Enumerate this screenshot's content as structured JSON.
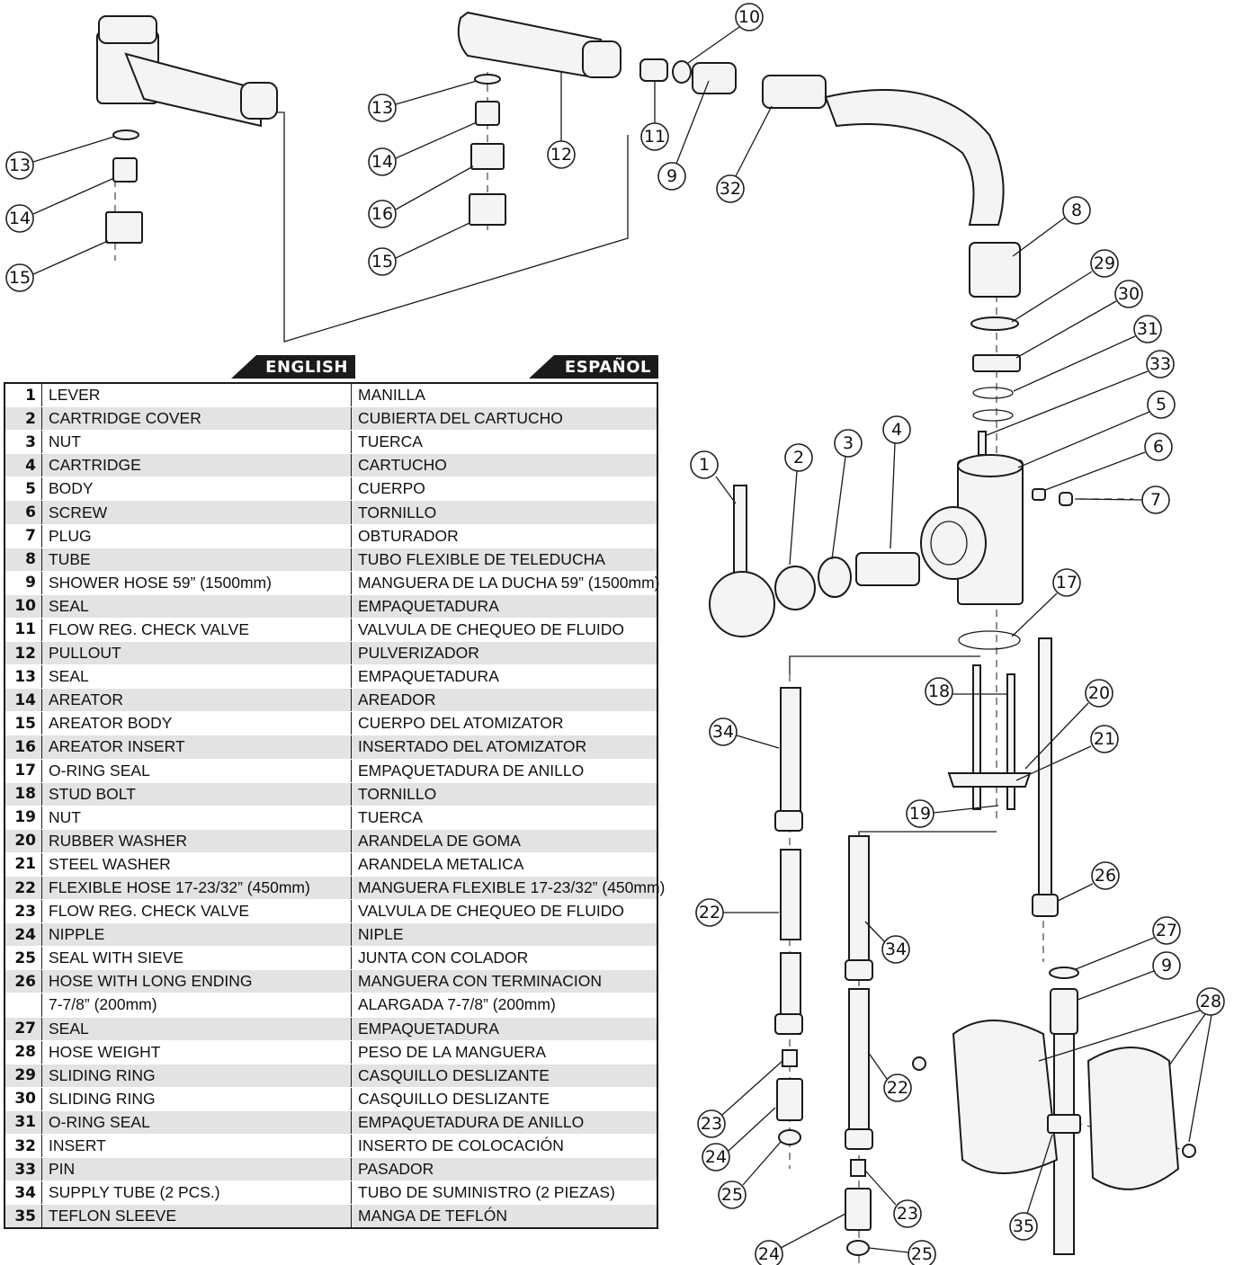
{
  "legend": {
    "header_english": "ENGLISH",
    "header_spanish": "ESPAÑOL",
    "rows": [
      {
        "num": "1",
        "en": "LEVER",
        "es": "MANILLA"
      },
      {
        "num": "2",
        "en": "CARTRIDGE COVER",
        "es": "CUBIERTA DEL CARTUCHO"
      },
      {
        "num": "3",
        "en": "NUT",
        "es": "TUERCA"
      },
      {
        "num": "4",
        "en": "CARTRIDGE",
        "es": "CARTUCHO"
      },
      {
        "num": "5",
        "en": "BODY",
        "es": "CUERPO"
      },
      {
        "num": "6",
        "en": "SCREW",
        "es": "TORNILLO"
      },
      {
        "num": "7",
        "en": "PLUG",
        "es": "OBTURADOR"
      },
      {
        "num": "8",
        "en": "TUBE",
        "es": "TUBO FLEXIBLE DE TELEDUCHA"
      },
      {
        "num": "9",
        "en": "SHOWER HOSE 59” (1500mm)",
        "es": "MANGUERA DE LA DUCHA  59” (1500mm)"
      },
      {
        "num": "10",
        "en": "SEAL",
        "es": "EMPAQUETADURA"
      },
      {
        "num": "11",
        "en": "FLOW REG. CHECK VALVE",
        "es": "VALVULA DE CHEQUEO DE FLUIDO"
      },
      {
        "num": "12",
        "en": "PULLOUT",
        "es": "PULVERIZADOR"
      },
      {
        "num": "13",
        "en": "SEAL",
        "es": "EMPAQUETADURA"
      },
      {
        "num": "14",
        "en": "AREATOR",
        "es": "AREADOR"
      },
      {
        "num": "15",
        "en": "AREATOR BODY",
        "es": "CUERPO DEL ATOMIZATOR"
      },
      {
        "num": "16",
        "en": "AREATOR  INSERT",
        "es": "INSERTADO DEL ATOMIZATOR"
      },
      {
        "num": "17",
        "en": "O-RING SEAL",
        "es": "EMPAQUETADURA DE ANILLO"
      },
      {
        "num": "18",
        "en": "STUD BOLT",
        "es": "TORNILLO"
      },
      {
        "num": "19",
        "en": "NUT",
        "es": "TUERCA"
      },
      {
        "num": "20",
        "en": "RUBBER WASHER",
        "es": "ARANDELA DE GOMA"
      },
      {
        "num": "21",
        "en": "STEEL WASHER",
        "es": "ARANDELA METALICA"
      },
      {
        "num": "22",
        "en": "FLEXIBLE HOSE 17-23/32” (450mm)",
        "es": "MANGUERA FLEXIBLE 17-23/32” (450mm)"
      },
      {
        "num": "23",
        "en": "FLOW REG. CHECK VALVE",
        "es": "VALVULA DE CHEQUEO DE FLUIDO"
      },
      {
        "num": "24",
        "en": "NIPPLE",
        "es": "NIPLE"
      },
      {
        "num": "25",
        "en": "SEAL WITH SIEVE",
        "es": "JUNTA CON COLADOR"
      },
      {
        "num": "26",
        "en": "HOSE WITH LONG ENDING",
        "es": "MANGUERA CON TERMINACION"
      },
      {
        "num": "",
        "en": "7-7/8” (200mm)",
        "es": "ALARGADA 7-7/8” (200mm)"
      },
      {
        "num": "27",
        "en": "SEAL",
        "es": "EMPAQUETADURA"
      },
      {
        "num": "28",
        "en": "HOSE WEIGHT",
        "es": "PESO DE LA MANGUERA"
      },
      {
        "num": "29",
        "en": "SLIDING  RING",
        "es": "CASQUILLO DESLIZANTE"
      },
      {
        "num": "30",
        "en": "SLIDING  RING",
        "es": "CASQUILLO DESLIZANTE"
      },
      {
        "num": "31",
        "en": "O-RING SEAL",
        "es": "EMPAQUETADURA DE ANILLO"
      },
      {
        "num": "32",
        "en": "INSERT",
        "es": "INSERTO DE COLOCACIÓN"
      },
      {
        "num": "33",
        "en": "PIN",
        "es": "PASADOR"
      },
      {
        "num": "34",
        "en": "SUPPLY TUBE (2 PCS.)",
        "es": "TUBO DE SUMINISTRO (2 PIEZAS)"
      },
      {
        "num": "35",
        "en": "TEFLON SLEEVE",
        "es": "MANGA DE TEFLÓN"
      }
    ]
  },
  "callouts": [
    "1",
    "2",
    "3",
    "4",
    "5",
    "6",
    "7",
    "8",
    "9",
    "9",
    "10",
    "11",
    "12",
    "13",
    "13",
    "14",
    "14",
    "15",
    "15",
    "16",
    "17",
    "18",
    "19",
    "20",
    "21",
    "22",
    "22",
    "23",
    "23",
    "24",
    "24",
    "25",
    "25",
    "26",
    "27",
    "28",
    "29",
    "30",
    "31",
    "32",
    "33",
    "34",
    "34",
    "35"
  ]
}
